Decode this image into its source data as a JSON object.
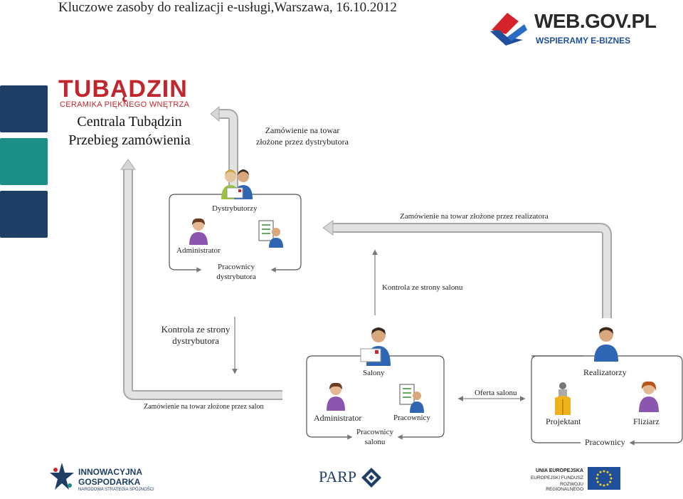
{
  "header": {
    "title": "Kluczowe zasoby do realizacji e-usługi,Warszawa, 16.10.2012",
    "sponsor_logo_text": "WEB.GOV.PL",
    "sponsor_tagline": "WSPIERAMY E-BIZNES"
  },
  "company": {
    "logo_text": "TUBĄDZIN",
    "logo_tagline": "CERAMIKA PIĘKNEGO WNĘTRZA",
    "heading_line1": "Centrala Tubądzin",
    "heading_line2": "Przebieg zamówienia"
  },
  "flow": {
    "order_to_hq_line1": "Zamówienie na towar",
    "order_to_hq_line2": "złożone przez dystrybutora",
    "distributors_label": "Dystrybutorzy",
    "distributor_admin": "Administrator",
    "distributor_staff_line1": "Pracownicy",
    "distributor_staff_line2": "dystrybutora",
    "order_by_realizer": "Zamówienie na towar złożone przez realizatora",
    "salon_control": "Kontrola ze strony salonu",
    "distributor_control_line1": "Kontrola ze strony",
    "distributor_control_line2": "dystrybutora",
    "salons_label": "Salony",
    "order_by_salon": "Zamówienie na towar złożone przez salon",
    "salon_admin": "Administrator",
    "salon_staff": "Pracownicy",
    "salon_staff_line1": "Pracownicy",
    "salon_staff_line2": "salonu",
    "salon_offer": "Oferta salonu",
    "realizers_label": "Realizatorzy",
    "designer": "Projektant",
    "tiler": "Fliziarz",
    "realizer_staff": "Pracownicy"
  },
  "footer": {
    "logo1_line1": "INNOWACYJNA",
    "logo1_line2": "GOSPODARKA",
    "logo1_line3": "NARODOWA STRATEGIA SPÓJNOŚCI",
    "logo2_text": "PARP",
    "logo3_line1": "UNIA EUROPEJSKA",
    "logo3_line2": "EUROPEJSKI FUNDUSZ",
    "logo3_line3": "ROZWOJU REGIONALNEGO"
  },
  "colors": {
    "side_navy": "#1f3e66",
    "side_teal": "#1b8f85",
    "arrow_gray": "#d0d0d0",
    "arrow_outline": "#a8a8a8",
    "tubadzin_red": "#c0262d",
    "webgov_red": "#d4232b",
    "webgov_blue": "#1f4f9a"
  }
}
